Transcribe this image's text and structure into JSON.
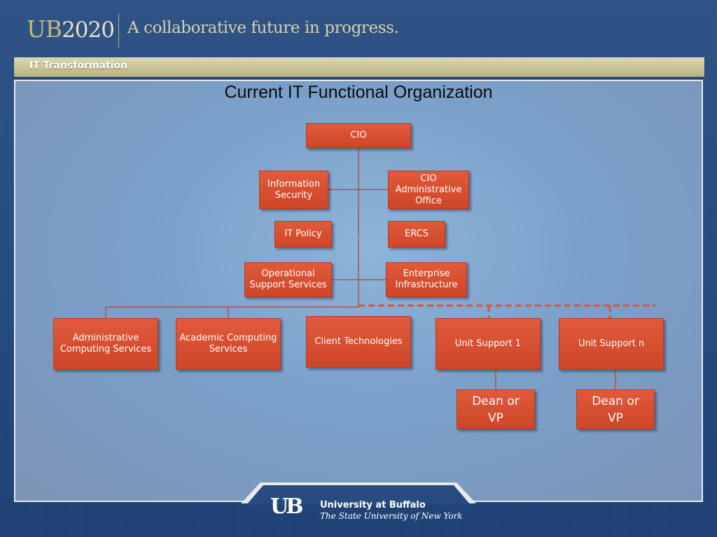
{
  "header": {
    "logo_ub": "UB",
    "logo_year": "2020",
    "tagline": "A collaborative future in progress."
  },
  "section": {
    "title": "IT Transformation"
  },
  "slide": {
    "title": "Current IT Functional Organization"
  },
  "org": {
    "cio": "CIO",
    "information_security": "Information Security",
    "cio_admin_office": "CIO Administrative Office",
    "it_policy": "IT Policy",
    "ercs": "ERCS",
    "operational_support": "Operational Support Services",
    "enterprise_infrastructure": "Enterprise Infrastructure",
    "administrative_computing": "Administrative Computing Services",
    "academic_computing": "Academic Computing Services",
    "client_technologies": "Client Technologies",
    "unit_support_1": "Unit Support 1",
    "unit_support_n": "Unit Support n",
    "dean_vp_1": "Dean or VP",
    "dean_vp_n": "Dean or VP"
  },
  "footer": {
    "ub_mark": "UB",
    "university_name": "University at Buffalo",
    "university_sub": "The State University of New York"
  },
  "colors": {
    "box_fill": "#d64d2f",
    "line": "#b8412a",
    "dashed_line": "#d9553a",
    "bar": "#cbc497",
    "background": "#2a4e82"
  }
}
